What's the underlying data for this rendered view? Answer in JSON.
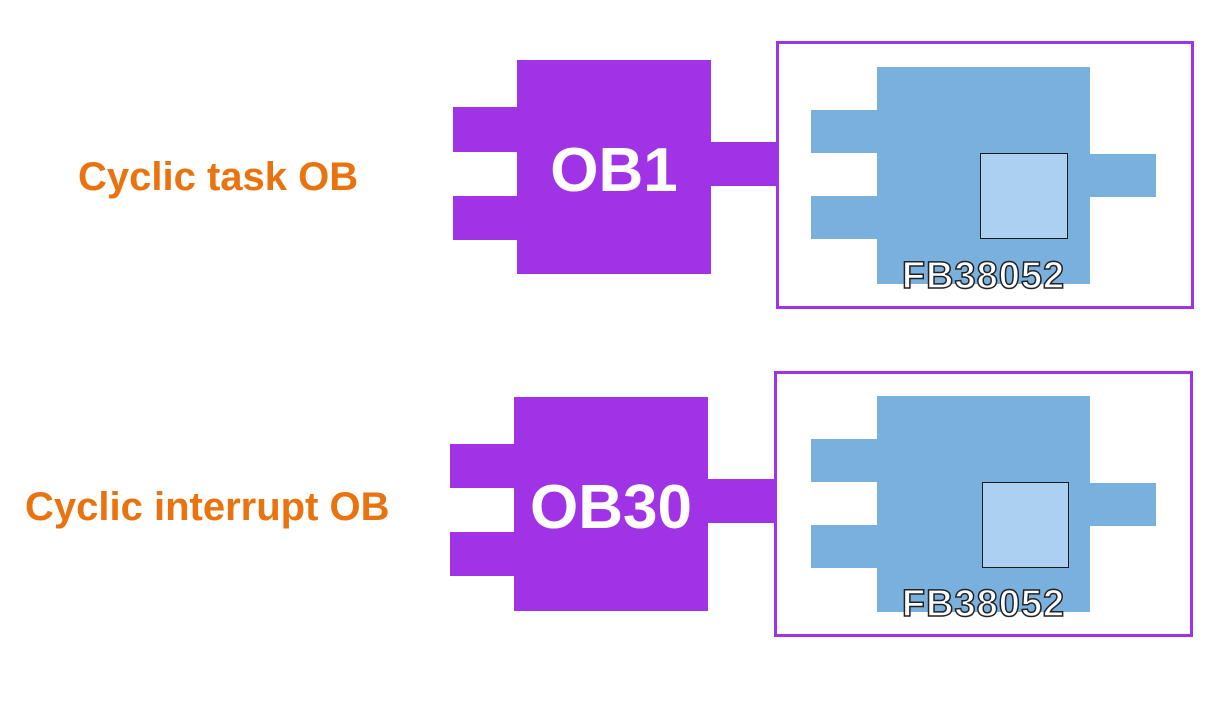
{
  "colors": {
    "label": "#e9730f",
    "ob_block": "#a033e6",
    "frame": "#a033e6",
    "fb_block": "#7ab0de",
    "fb_inner": "#acd0f2"
  },
  "rows": [
    {
      "label": "Cyclic task OB",
      "ob": "OB1",
      "fb": "FB38052"
    },
    {
      "label": "Cyclic interrupt OB",
      "ob": "OB30",
      "fb": "FB38052"
    }
  ]
}
